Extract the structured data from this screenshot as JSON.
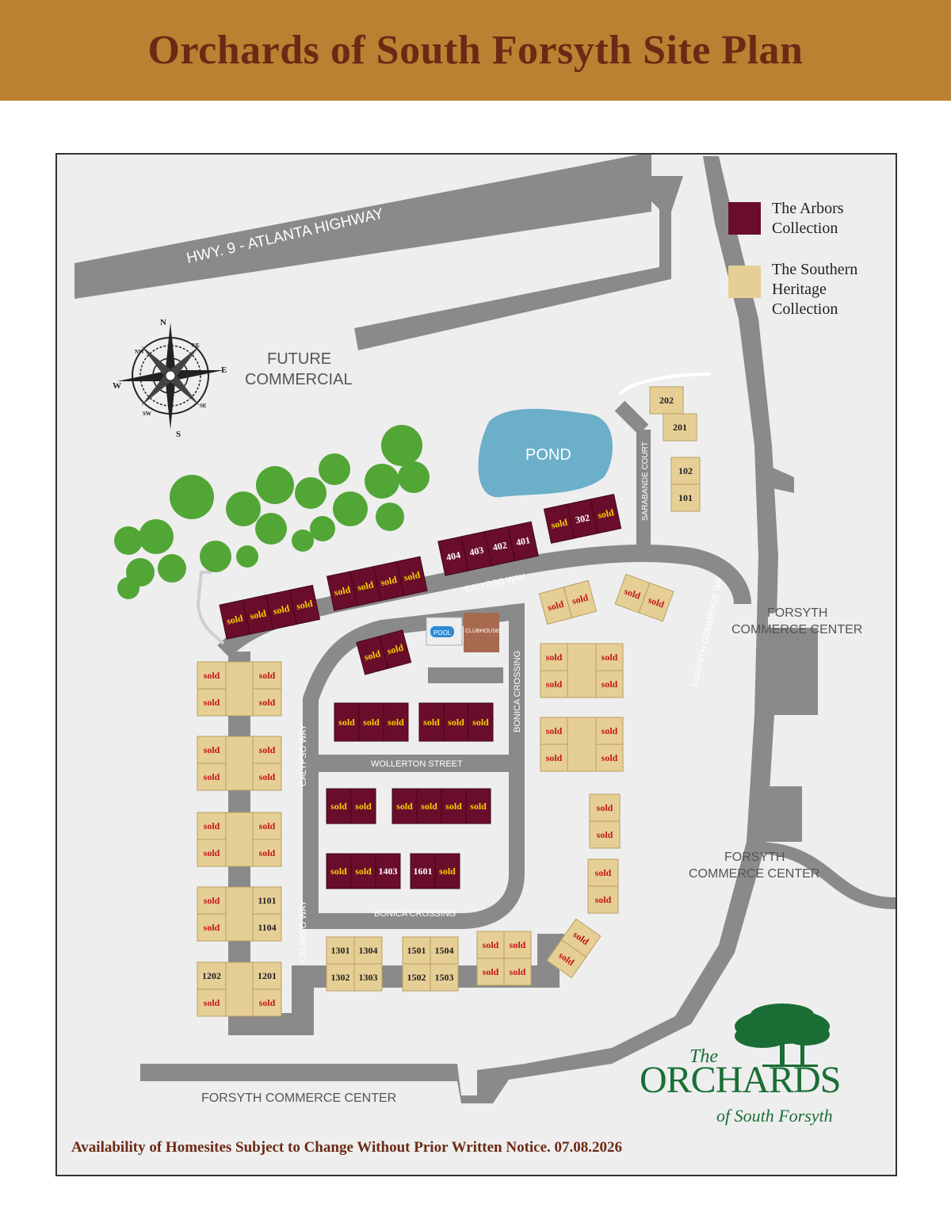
{
  "title": "Orchards of South Forsyth Site Plan",
  "colors": {
    "header_bg": "#bc8032",
    "title_text": "#6b2a14",
    "arbors": "#6a0d2b",
    "southern": "#e6cf95",
    "road": "#8a8a8a",
    "pond": "#6bafc9",
    "sold_on_arbors": "#f5d000",
    "sold_on_southern": "#c4161c",
    "logo_green": "#1a6e35"
  },
  "legend": {
    "arbors_label": "The Arbors Collection",
    "southern_label": "The Southern Heritage Collection"
  },
  "roads": {
    "highway": "HWY. 9 - ATLANTA HIGHWAY",
    "calypso_way": "CALYPSO WAY",
    "sarabande_court": "SARABANDE COURT",
    "bonica_crossing": "BONICA CROSSING",
    "wollerton_street": "WOLLERTON STREET",
    "forsyth_commerce_way": "FORSYTH COMMERCE WAY"
  },
  "areas": {
    "future_commercial_line1": "FUTURE",
    "future_commercial_line2": "COMMERCIAL",
    "pond": "POND",
    "pool": "POOL",
    "clubhouse": "CLUBHOUSE",
    "fcc_line1": "FORSYTH",
    "fcc_line2": "COMMERCE CENTER",
    "fcc_bottom": "FORSYTH COMMERCE CENTER"
  },
  "compass": {
    "n": "N",
    "s": "S",
    "e": "E",
    "w": "W",
    "ne": "NE",
    "nw": "NW",
    "se": "SE",
    "sw": "SW"
  },
  "logo": {
    "the": "The",
    "orchards": "ORCHARDS",
    "sub": "of South Forsyth"
  },
  "footer": "Availability of Homesites Subject to Change Without Prior Written Notice.  07.08.2026",
  "lots": {
    "arbors_row1": [
      "sold",
      "sold",
      "sold",
      "sold"
    ],
    "arbors_row2": [
      "sold",
      "sold",
      "sold",
      "sold"
    ],
    "arbors_400": [
      "404",
      "403",
      "402",
      "401"
    ],
    "arbors_300": [
      "sold",
      "302",
      "sold"
    ],
    "arbors_small": [
      "sold",
      "sold"
    ],
    "arbors_block_a": [
      "sold",
      "sold",
      "sold"
    ],
    "arbors_block_b": [
      "sold",
      "sold",
      "sold"
    ],
    "arbors_block_c": [
      "sold",
      "sold"
    ],
    "arbors_block_d": [
      "sold",
      "sold",
      "sold",
      "sold"
    ],
    "arbors_block_e": [
      "sold",
      "sold",
      "1403"
    ],
    "arbors_block_f": [
      "1601",
      "sold"
    ],
    "southern_200": [
      "202",
      "201"
    ],
    "southern_100": [
      "102",
      "101"
    ],
    "southern_tr1": [
      "sold",
      "sold"
    ],
    "southern_tr2": [
      "sold",
      "sold"
    ],
    "southern_r1": [
      "sold",
      "sold",
      "sold",
      "sold"
    ],
    "southern_r2": [
      "sold",
      "sold",
      "sold",
      "sold"
    ],
    "southern_r3": [
      "sold",
      "sold"
    ],
    "southern_r4": [
      "sold",
      "sold"
    ],
    "southern_r5": [
      "sold",
      "sold"
    ],
    "southern_l1": [
      "sold",
      "sold",
      "sold",
      "sold"
    ],
    "southern_l2": [
      "sold",
      "sold",
      "sold",
      "sold"
    ],
    "southern_l3": [
      "sold",
      "sold",
      "sold",
      "sold"
    ],
    "southern_l4": [
      "sold",
      "1101",
      "sold",
      "1104"
    ],
    "southern_l5": [
      "1202",
      "1201",
      "sold",
      "sold"
    ],
    "southern_b1": [
      "1301",
      "1304",
      "1302",
      "1303"
    ],
    "southern_b2": [
      "1501",
      "1504",
      "1502",
      "1503"
    ],
    "southern_b3": [
      "sold",
      "sold",
      "sold",
      "sold"
    ]
  }
}
